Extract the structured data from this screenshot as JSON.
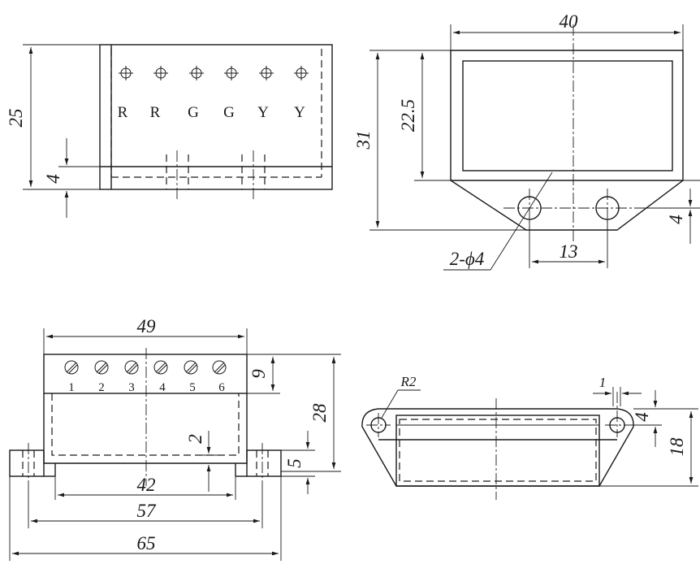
{
  "front_view": {
    "terminal_labels": [
      "R",
      "R",
      "G",
      "G",
      "Y",
      "Y"
    ],
    "dims": {
      "height": "25",
      "base": "4"
    }
  },
  "side_view": {
    "dims": {
      "width": "40",
      "total_height": "31",
      "inner_height": "22.5",
      "tab": "4",
      "hole_spacing": "13",
      "holes": "2-ϕ4"
    }
  },
  "top_view": {
    "terminal_numbers": [
      "1",
      "2",
      "3",
      "4",
      "5",
      "6"
    ],
    "dims": {
      "width": "49",
      "block": "9",
      "height": "28",
      "wall": "2",
      "flange": "5",
      "inner": "42",
      "hole_span": "57",
      "overall": "65"
    }
  },
  "end_view": {
    "dims": {
      "radius": "R2",
      "gap": "1",
      "tab": "4",
      "height": "18"
    }
  }
}
